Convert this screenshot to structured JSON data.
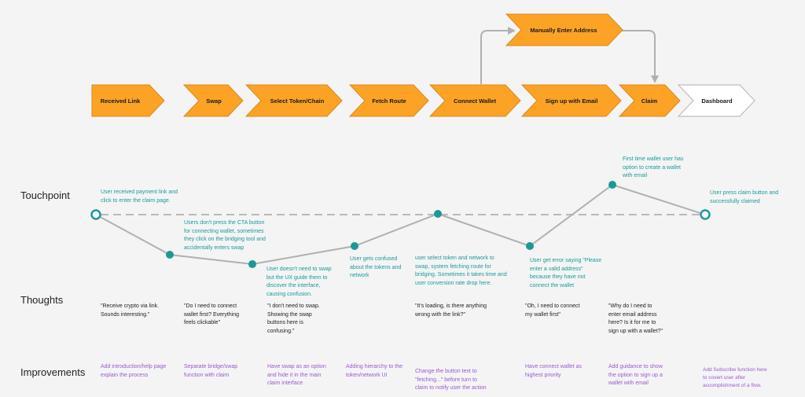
{
  "colors": {
    "step_fill": "#fca326",
    "step_stroke": "#d98a1c",
    "final_fill": "#ffffff",
    "final_stroke": "#bdbdbd",
    "connector": "#b0b0b0",
    "node_fill": "#1a9a97",
    "dash_line": "#b9b9b9",
    "touchpoint_text": "#1a9a97",
    "thought_text": "#222222",
    "improvement_text": "#9b59d0",
    "background": "#f4f4f5"
  },
  "steps": [
    {
      "label": "Received Link"
    },
    {
      "label": "Swap"
    },
    {
      "label": "Select Token/Chain"
    },
    {
      "label": "Fetch Route"
    },
    {
      "label": "Connect Wallet"
    },
    {
      "label": "Sign up with Email"
    },
    {
      "label": "Claim"
    },
    {
      "label": "Dashboard"
    }
  ],
  "branch_step": {
    "label": "Manually Enter Address"
  },
  "row_labels": {
    "touchpoint": "Touchpoint",
    "thoughts": "Thoughts",
    "improvements": "Improvements"
  },
  "touchpoints": [
    {
      "lines": [
        "User received payment link and",
        "click to enter the claim page."
      ]
    },
    {
      "lines": [
        "Users don't press the CTA button",
        "for connecting wallet, sometimes",
        "they click on the bridging tool and",
        "accidentally enters swap"
      ]
    },
    {
      "lines": [
        "User doesn't need to swap",
        "but the UX guide them to",
        "discover the interface,",
        "causing confusion."
      ]
    },
    {
      "lines": [
        "User gets confused",
        "about the tokens and",
        "network"
      ]
    },
    {
      "lines": [
        "user select token and network to",
        "swap, system fetching route for",
        "bridging. Sometimes it takes time and",
        "user conversion rate drop here."
      ]
    },
    {
      "lines": [
        "User get error saying \"Please",
        "enter a valid address\"",
        "because they have not",
        "connect the wallet"
      ]
    },
    {
      "lines": [
        "First time wallet user has",
        "option to create a wallet",
        "with email"
      ]
    },
    {
      "lines": [
        "User press claim button and",
        "successfully claimed"
      ]
    }
  ],
  "thoughts": [
    {
      "lines": [
        "\"Receive crypto via link.",
        "Sounds interesting.\""
      ]
    },
    {
      "lines": [
        "\"Do I need to connect",
        "wallet first? Everything",
        "feels clickable\""
      ]
    },
    {
      "lines": [
        "\"I don't need to swap.",
        "Showing the swap",
        "buttons here is",
        "confusing.\""
      ]
    },
    {
      "lines": [
        "\"It's loading, is there anything",
        "wrong with the link?\""
      ]
    },
    {
      "lines": [
        "\"Oh, I need to connect",
        "my wallet first\""
      ]
    },
    {
      "lines": [
        "\"Why do I need to",
        "enter email address",
        "here? Is it for me to",
        "sign up with a wallet?\""
      ]
    }
  ],
  "improvements": [
    {
      "lines": [
        "Add introduction/help page",
        "explain the process"
      ]
    },
    {
      "lines": [
        "Separate bridge/swap",
        "function with claim"
      ]
    },
    {
      "lines": [
        "Have swap as an option",
        "and hide it in the main",
        "claim interface"
      ]
    },
    {
      "lines": [
        "Adding hierarchy to the",
        "token/network UI"
      ]
    },
    {
      "lines": [
        "Change the button text to",
        "\"fetching...\" before turn to",
        "claim to notify user the action"
      ]
    },
    {
      "lines": [
        "Have connect wallet as",
        "highest priority"
      ]
    },
    {
      "lines": [
        "Add guidance to show",
        "the option to sign up a",
        "wallet with email"
      ]
    },
    {
      "lines": [
        "Add Subscribe function here",
        "to covert user after",
        "accomplishment of a flow."
      ]
    }
  ]
}
